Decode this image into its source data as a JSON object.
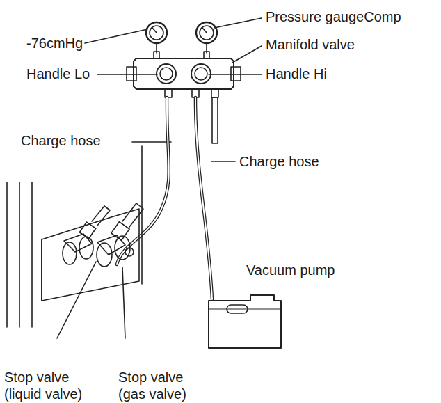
{
  "diagram": {
    "labels": [
      "-76cmHg",
      "Pressure gaugeComp",
      "Manifold valve",
      "Handle Lo",
      "Handle Hi",
      "Charge hose",
      "Charge hose",
      "Vacuum pump",
      "Stop valve (liquid valve)",
      "Stop valve (gas valve)"
    ]
  }
}
